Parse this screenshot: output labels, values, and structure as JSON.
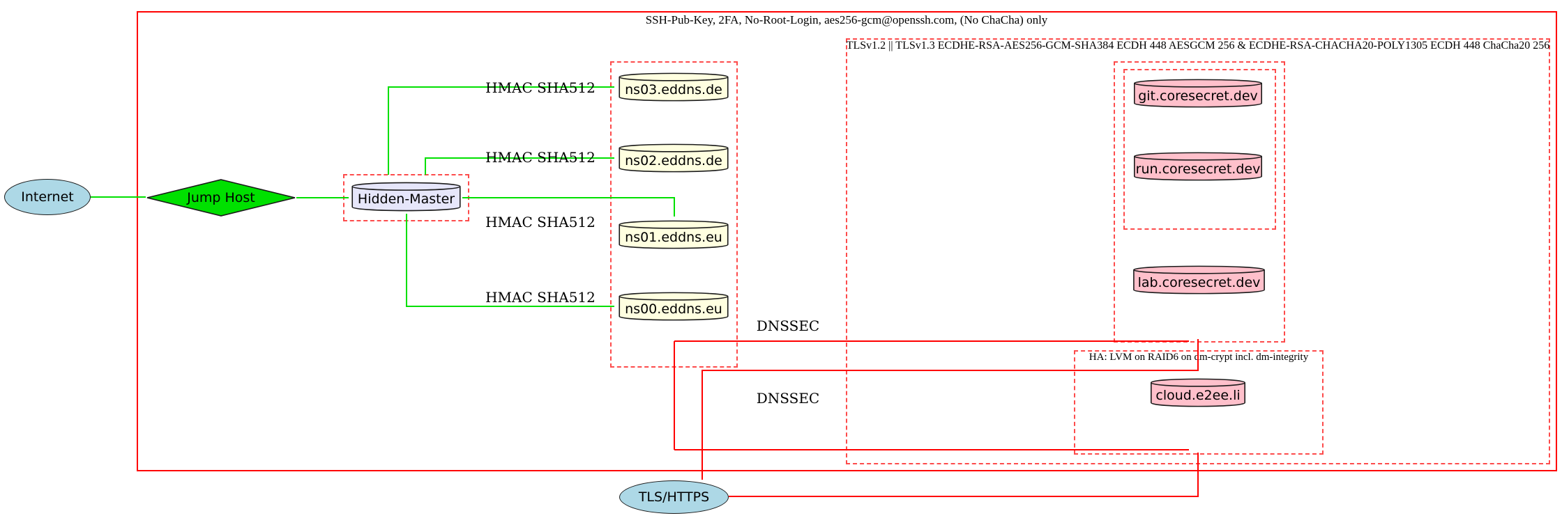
{
  "clusters": {
    "ssh": {
      "label": "SSH-Pub-Key, 2FA, No-Root-Login, aes256-gcm@openssh.com, (No ChaCha) only"
    },
    "tls": {
      "label": "TLSv1.2 || TLSv1.3 ECDHE-RSA-AES256-GCM-SHA384 ECDH 448 AESGCM 256 & ECDHE-RSA-CHACHA20-POLY1305 ECDH 448 ChaCha20 256"
    },
    "ha": {
      "label": "HA: LVM on RAID6 on dm-crypt incl. dm-integrity"
    }
  },
  "nodes": {
    "internet": {
      "label": "Internet",
      "shape": "ellipse",
      "fill": "#add8e6"
    },
    "jump_host": {
      "label": "Jump Host",
      "shape": "diamond",
      "fill": "#00e000"
    },
    "hidden_master": {
      "label": "Hidden-Master",
      "shape": "cylinder",
      "fill": "#e6e6fa"
    },
    "ns03": {
      "label": "ns03.eddns.de",
      "shape": "cylinder",
      "fill": "#ffffe0"
    },
    "ns02": {
      "label": "ns02.eddns.de",
      "shape": "cylinder",
      "fill": "#ffffe0"
    },
    "ns01": {
      "label": "ns01.eddns.eu",
      "shape": "cylinder",
      "fill": "#ffffe0"
    },
    "ns00": {
      "label": "ns00.eddns.eu",
      "shape": "cylinder",
      "fill": "#ffffe0"
    },
    "git": {
      "label": "git.coresecret.dev",
      "shape": "cylinder",
      "fill": "#ffc0cb"
    },
    "run": {
      "label": "run.coresecret.dev",
      "shape": "cylinder",
      "fill": "#ffc0cb"
    },
    "lab": {
      "label": "lab.coresecret.dev",
      "shape": "cylinder",
      "fill": "#ffc0cb"
    },
    "cloud": {
      "label": "cloud.e2ee.li",
      "shape": "cylinder",
      "fill": "#ffc0cb"
    },
    "tls_https": {
      "label": "TLS/HTTPS",
      "shape": "ellipse",
      "fill": "#add8e6"
    }
  },
  "edge_labels": {
    "hmac": "HMAC SHA512",
    "dnssec": "DNSSEC"
  },
  "edges": [
    {
      "from": "Internet",
      "to": "Jump Host",
      "color": "green"
    },
    {
      "from": "Jump Host",
      "to": "Hidden-Master",
      "color": "green"
    },
    {
      "from": "Hidden-Master",
      "to": "ns03.eddns.de",
      "color": "green",
      "label": "HMAC SHA512"
    },
    {
      "from": "Hidden-Master",
      "to": "ns02.eddns.de",
      "color": "green",
      "label": "HMAC SHA512"
    },
    {
      "from": "Hidden-Master",
      "to": "ns01.eddns.eu",
      "color": "green",
      "label": "HMAC SHA512"
    },
    {
      "from": "Hidden-Master",
      "to": "ns00.eddns.eu",
      "color": "green",
      "label": "HMAC SHA512"
    },
    {
      "from": "eddns cluster",
      "to": "coresecret cluster",
      "color": "red",
      "label": "DNSSEC"
    },
    {
      "from": "eddns cluster",
      "to": "HA cluster",
      "color": "red",
      "label": "DNSSEC"
    },
    {
      "from": "TLS/HTTPS",
      "to": "coresecret cluster",
      "color": "red"
    },
    {
      "from": "TLS/HTTPS",
      "to": "HA cluster",
      "color": "red"
    }
  ],
  "colors": {
    "green_edge": "#00e000",
    "red_edge": "#ff0000",
    "dashed_border": "#fd4b4b",
    "solid_border": "#ff0000",
    "node_blue": "#add8e6",
    "node_green": "#00e000",
    "node_lavender": "#e6e6fa",
    "node_yellow": "#ffffe0",
    "node_pink": "#ffc0cb"
  }
}
